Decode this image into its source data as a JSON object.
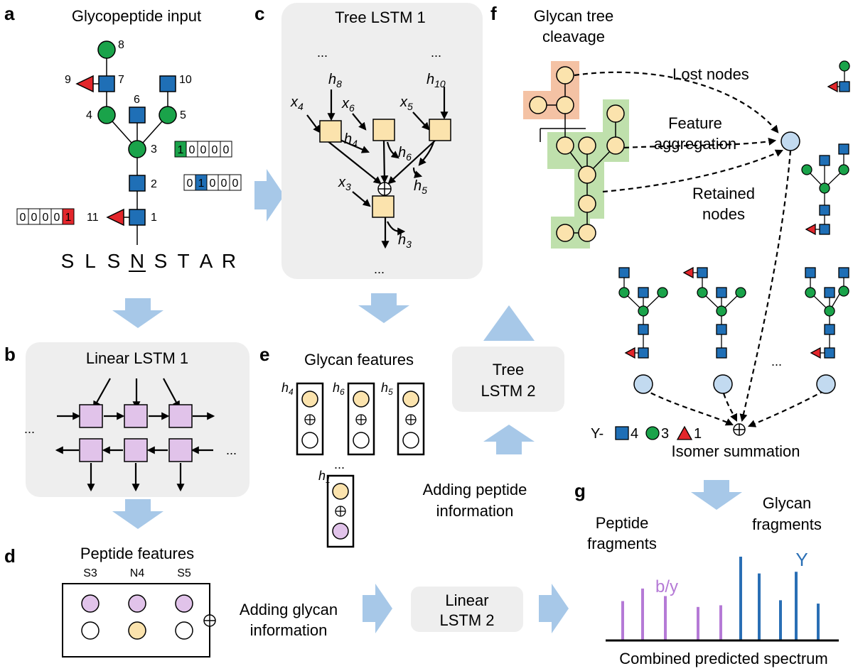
{
  "colors": {
    "green": "#1aa34a",
    "blue": "#1f6fb6",
    "red": "#e3262b",
    "cream": "#fbe3ad",
    "lilac": "#e1c3ea",
    "node_blue": "#c2daf0",
    "arrow": "#a7c8e8",
    "panel": "#eeeeee",
    "orange_hl": "#f4c2a4",
    "green_hl": "#bfe0ac",
    "purple_peak": "#b57ad6",
    "blue_peak": "#2a6fb5"
  },
  "panel_letters": [
    "a",
    "b",
    "c",
    "d",
    "e",
    "f",
    "g"
  ],
  "a": {
    "title": "Glycopeptide input",
    "node_labels": [
      "8",
      "9",
      "7",
      "10",
      "6",
      "4",
      "5",
      "3",
      "2",
      "11",
      "1"
    ],
    "onehot_green": [
      "1",
      "0",
      "0",
      "0",
      "0"
    ],
    "onehot_blue": [
      "0",
      "1",
      "0",
      "0",
      "0"
    ],
    "onehot_red": [
      "0",
      "0",
      "0",
      "0",
      "1"
    ],
    "sequence": [
      "S",
      "L",
      "S",
      "N",
      "S",
      "T",
      "A",
      "R"
    ]
  },
  "b": {
    "title": "Linear LSTM 1",
    "ellipsis": "..."
  },
  "c": {
    "title": "Tree LSTM 1",
    "dots": "...",
    "h8": {
      "base": "h",
      "sub": "8"
    },
    "h10": {
      "base": "h",
      "sub": "10"
    },
    "x4": {
      "base": "x",
      "sub": "4"
    },
    "x6": {
      "base": "x",
      "sub": "6"
    },
    "x5": {
      "base": "x",
      "sub": "5"
    },
    "h4": {
      "base": "h",
      "sub": "4"
    },
    "h6": {
      "base": "h",
      "sub": "6"
    },
    "h5": {
      "base": "h",
      "sub": "5"
    },
    "x3": {
      "base": "x",
      "sub": "3"
    },
    "h3": {
      "base": "h",
      "sub": "3"
    }
  },
  "d": {
    "title": "Peptide features",
    "columns": [
      "S3",
      "N4",
      "S5"
    ]
  },
  "adding_glycan": [
    "Adding glycan",
    "information"
  ],
  "linear2": [
    "Linear",
    "LSTM 2"
  ],
  "e": {
    "title": "Glycan features",
    "h4": {
      "base": "h",
      "sub": "4"
    },
    "h6": {
      "base": "h",
      "sub": "6"
    },
    "h5": {
      "base": "h",
      "sub": "5"
    },
    "h1": {
      "base": "h",
      "sub": "1"
    },
    "dots": "..."
  },
  "tree2": [
    "Tree",
    "LSTM 2"
  ],
  "adding_peptide": [
    "Adding peptide",
    "information"
  ],
  "f": {
    "title": [
      "Glycan tree",
      "cleavage"
    ],
    "lost": "Lost nodes",
    "feature_agg": [
      "Feature",
      "aggregation"
    ],
    "retained": [
      "Retained",
      "nodes"
    ],
    "ellipsis": "...",
    "composition": {
      "prefix": "Y-",
      "hexnac": "4",
      "hex": "3",
      "fuc": "1"
    },
    "isomer": "Isomer summation"
  },
  "g": {
    "glycan_frag": [
      "Glycan",
      "fragments"
    ],
    "peptide_frag": [
      "Peptide",
      "fragments"
    ],
    "by_label": "b/y",
    "y_label": "Y",
    "caption": "Combined predicted spectrum",
    "by_peaks": [
      0.47,
      0.62,
      0.53,
      0.4,
      0.42
    ],
    "y_peaks": [
      1.0,
      0.8,
      0.48,
      0.82,
      0.44
    ]
  }
}
